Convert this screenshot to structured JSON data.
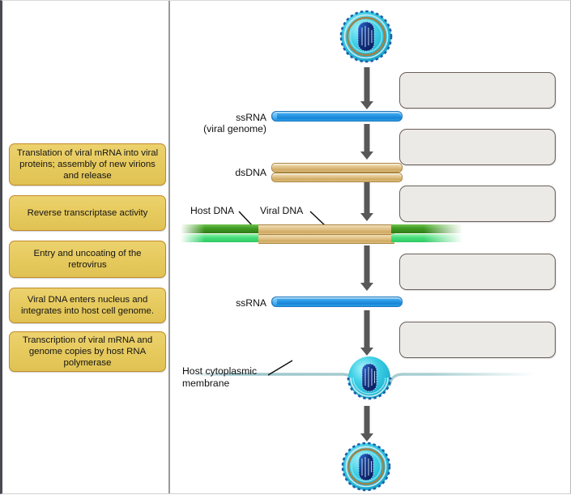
{
  "left_panel": {
    "choices": [
      {
        "id": "choice-translation",
        "label": "Translation of viral mRNA into viral proteins; assembly of new virions and release"
      },
      {
        "id": "choice-reverse-transcriptase",
        "label": "Reverse transcriptase activity"
      },
      {
        "id": "choice-entry-uncoating",
        "label": "Entry and uncoating of the retrovirus"
      },
      {
        "id": "choice-integration",
        "label": "Viral DNA enters nucleus and integrates into host cell genome."
      },
      {
        "id": "choice-transcription",
        "label": "Transcription of viral mRNA and genome copies by host RNA polymerase"
      }
    ]
  },
  "diagram": {
    "labels": {
      "ssrna_top_line1": "ssRNA",
      "ssrna_top_line2": "(viral genome)",
      "dsdna": "dsDNA",
      "host_dna": "Host DNA",
      "viral_dna": "Viral DNA",
      "ssrna_mid": "ssRNA",
      "membrane_line1": "Host cytoplasmic",
      "membrane_line2": "membrane"
    },
    "dropzones": [
      {
        "id": "dropzone-1",
        "text": ""
      },
      {
        "id": "dropzone-2",
        "text": ""
      },
      {
        "id": "dropzone-3",
        "text": ""
      },
      {
        "id": "dropzone-4",
        "text": ""
      },
      {
        "id": "dropzone-5",
        "text": ""
      }
    ],
    "icons": {
      "virion_top": "retrovirus-virion",
      "virion_budding": "budding-virion",
      "virion_released": "released-virion"
    }
  },
  "colors": {
    "choice_fill": "#e6c95c",
    "choice_border": "#c08a28",
    "dropzone_fill": "#eceae7",
    "dropzone_border": "#6b5f59",
    "arrow": "#58585a",
    "ssrna": "#2f9de8",
    "dsdna": "#cfa85f",
    "host_dna_dark": "#3f9a22",
    "host_dna_light": "#46dd7a",
    "membrane": "#9dc6cc",
    "capsid_core": "#123a86",
    "envelope": "#38cfe0"
  }
}
